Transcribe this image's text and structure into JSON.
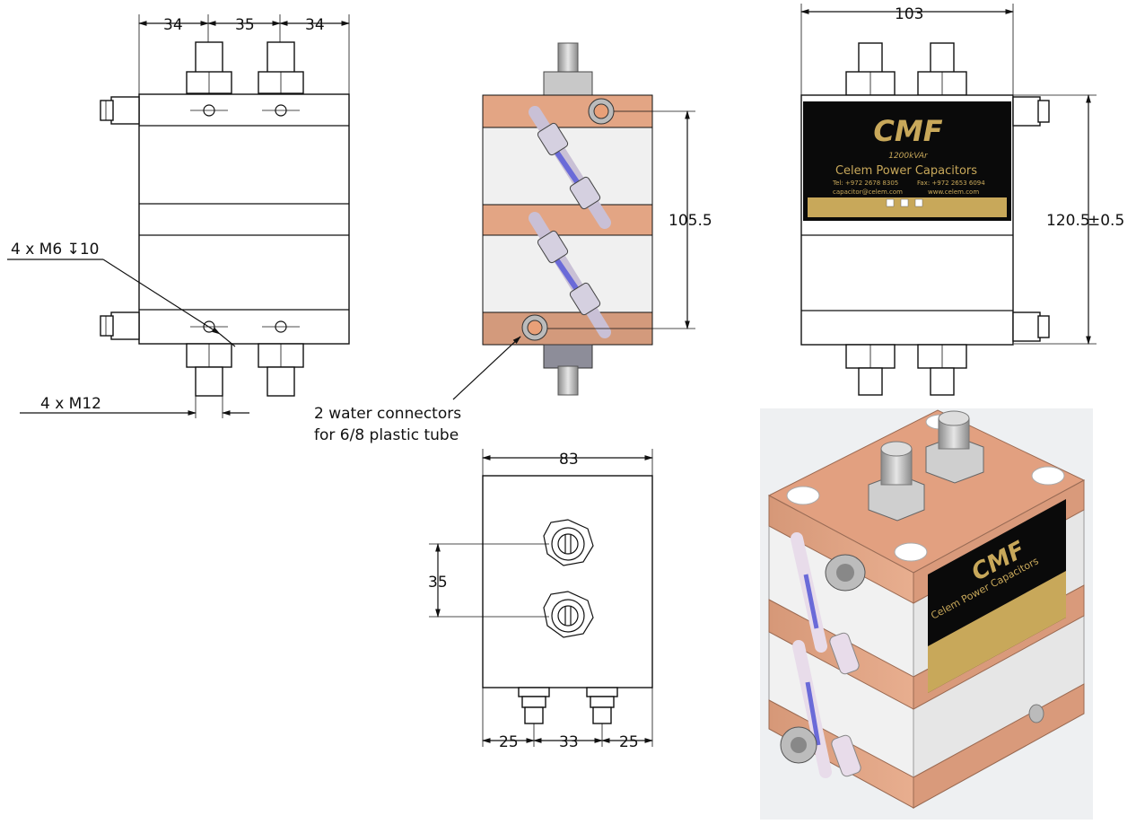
{
  "front_view": {
    "dim_left": "34",
    "dim_middle": "35",
    "dim_right": "34",
    "callout_threads": "4 x M6 ↧10",
    "callout_bolts": "4 x M12"
  },
  "side_view": {
    "dim_height": "105.5",
    "callout_connectors_line1": "2 water connectors",
    "callout_connectors_line2": "for 6/8 plastic tube"
  },
  "back_view": {
    "dim_width": "103",
    "dim_height": "120.5",
    "dim_tolerance": "±0.5"
  },
  "label_plate": {
    "brand": "CMF",
    "rating": "1200kVAr",
    "company": "Celem Power Capacitors",
    "tel": "Tel: +972 2678 8305",
    "fax": "Fax: +972 2653 6094",
    "email": "capacitor@celem.com",
    "web": "www.celem.com"
  },
  "top_view": {
    "dim_width": "83",
    "dim_spacing": "35",
    "dim_left": "25",
    "dim_middle": "33",
    "dim_right": "25"
  },
  "colors": {
    "copper": "#e3a584",
    "copper_dark": "#c98a68",
    "insulator": "#f0f0f0",
    "plate_black": "#0a0a0a",
    "plate_gold": "#c8a85a",
    "tube_blue": "#6a6ad8",
    "line": "#111111"
  }
}
